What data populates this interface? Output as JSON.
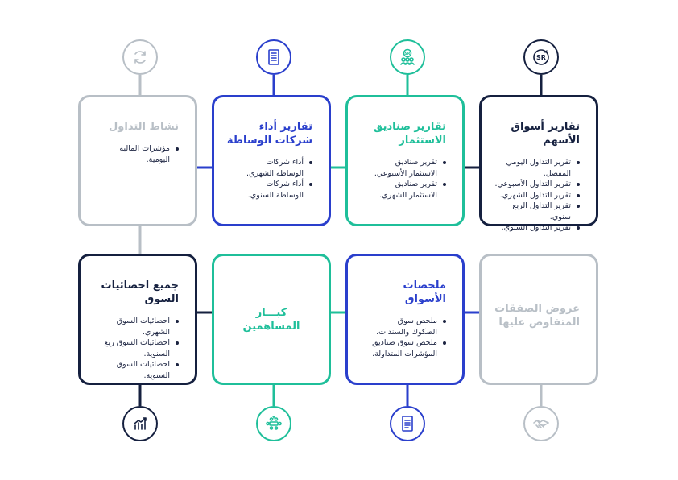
{
  "colors": {
    "navy": "#15203f",
    "blue": "#2a3fcc",
    "teal": "#1fbf9a",
    "gray": "#b8bfc6"
  },
  "cards": {
    "stock_market": {
      "title": "تقارير أسواق\nالأسهم",
      "items": [
        "تقرير التداول اليومي\nالمفصل.",
        "تقرير التداول الأسبوعي.",
        "تقرير التداول الشهري.",
        "تقرير التداول الربع سنوي.",
        "تقرير التداول السنوي."
      ],
      "icon": "sr-logo-icon",
      "icon_text": "SR"
    },
    "investment_funds": {
      "title": "تقارير صناديق\nالاستثمار",
      "items": [
        "تقرير صناديق\nالاستثمار الأسبوعي.",
        "تقرير صناديق\nالاستثمار الشهري."
      ],
      "icon": "sr-people-icon",
      "icon_text": "SR"
    },
    "brokerage": {
      "title": "تقارير أداء\nشركات الوساطة",
      "items": [
        "أداء شركات\nالوساطة الشهري.",
        "أداء شركات\nالوساطة السنوي."
      ],
      "icon": "document-icon"
    },
    "trading_activity": {
      "title": "نشاط التداول",
      "items": [
        "مؤشرات المالية\nاليومية."
      ],
      "icon": "refresh-icon"
    },
    "market_stats": {
      "title": "جميع احصائيات\nالسوق",
      "items": [
        "احصائيات السوق الشهري.",
        "احصائيات السوق ربع\nالسنوية.",
        "احصائيات السوق\nالسنوية."
      ],
      "icon": "bar-chart-icon"
    },
    "major_shareholders": {
      "title": "كبـــار\nالمساهمين",
      "items": [],
      "icon": "meeting-icon"
    },
    "market_summaries": {
      "title": "ملخصات\nالأسواق",
      "items": [
        "ملخص سوق\nالصكوك والسندات.",
        "ملخص سوق صناديق\nالمؤشرات المتداولة."
      ],
      "icon": "list-document-icon"
    },
    "negotiated_deals": {
      "title": "عروض الصفقات\nالمتفاوض عليها",
      "items": [],
      "icon": "handshake-icon"
    }
  }
}
